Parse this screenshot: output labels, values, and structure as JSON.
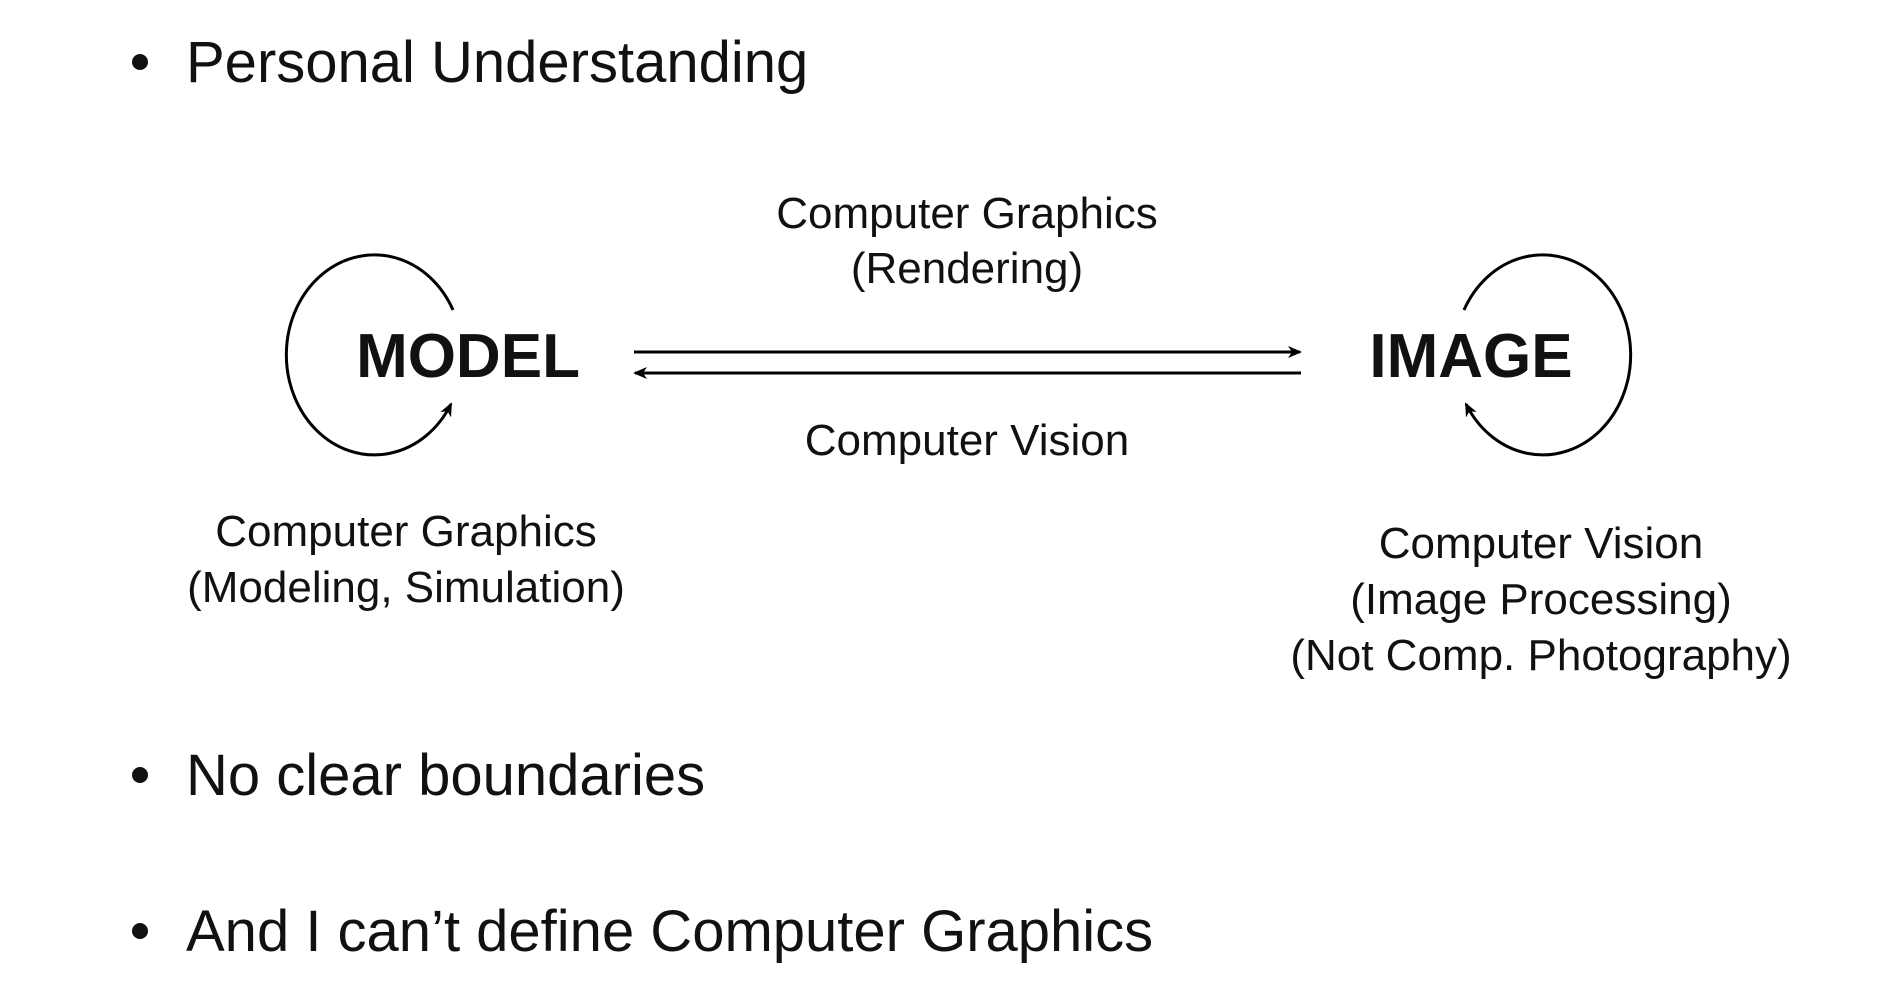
{
  "bullets": [
    "Personal Understanding",
    "No clear boundaries",
    "And I can’t define Computer Graphics"
  ],
  "diagram": {
    "model": "MODEL",
    "image": "IMAGE",
    "forward": {
      "line1": "Computer Graphics",
      "line2": "(Rendering)"
    },
    "backward": "Computer Vision",
    "model_loop": {
      "line1": "Computer Graphics",
      "line2": "(Modeling, Simulation)"
    },
    "image_loop": {
      "line1": "Computer Vision",
      "line2": "(Image Processing)",
      "line3": "(Not Comp. Photography)"
    }
  }
}
